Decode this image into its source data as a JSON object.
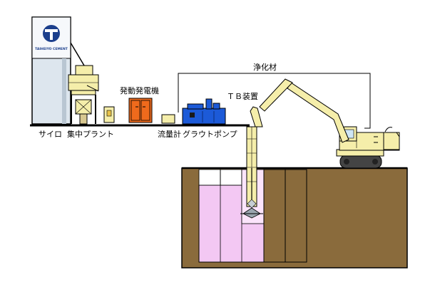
{
  "labels": {
    "silo": "サイロ",
    "plant": "集中プラント",
    "generator": "発動発電機",
    "flowmeter": "流量計",
    "grout_pump": "グラウトポンプ",
    "purifier": "浄化材",
    "tb_device": "ＴＢ装置"
  },
  "logo": {
    "text": "TAIHEIYO CEMENT"
  },
  "colors": {
    "soil": "#8a6b3c",
    "treated_zone": "#f3c8f3",
    "pump_blue": "#1c5ad8",
    "generator_orange": "#ef6a1c",
    "machine_yellow": "#f5eeaa",
    "logo_blue": "#1c3f8c"
  }
}
